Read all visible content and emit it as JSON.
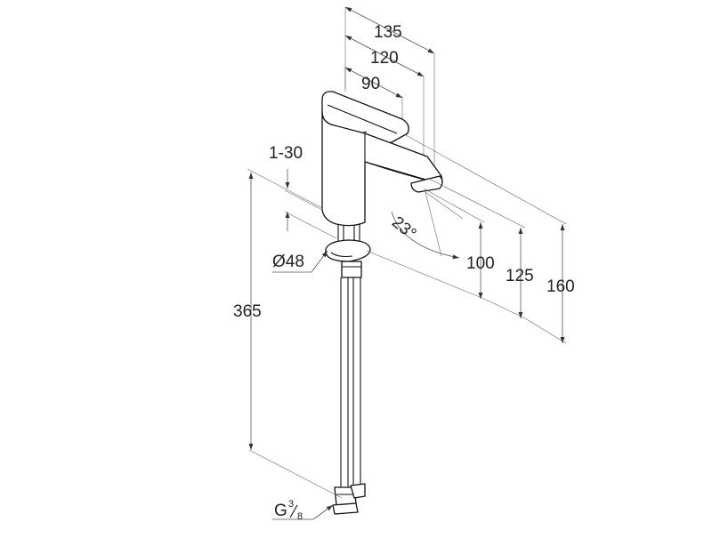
{
  "drawing": {
    "dims": {
      "d135": "135",
      "d120": "120",
      "d90": "90",
      "d1_30": "1-30",
      "angle": "23°",
      "d100": "100",
      "d125": "125",
      "d160": "160",
      "d48": "Ø48",
      "d365": "365"
    },
    "thread": {
      "main": "G",
      "num": "3",
      "den": "8"
    }
  }
}
